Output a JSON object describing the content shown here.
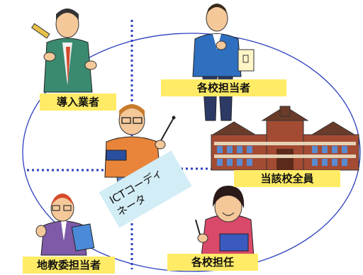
{
  "labels": {
    "vendor": "導入業者",
    "school_staff": "各校担当者",
    "all_school": "当該校全員",
    "board_staff": "地教委担当者",
    "homeroom_teacher": "各校担任"
  },
  "coordinator": {
    "line1": "ICTコーディ",
    "line2": "ネータ"
  },
  "colors": {
    "label_bg": "#ffeb66",
    "coordinator_bg": "#d3edf6",
    "ring": "#2b3fbf"
  },
  "icons": [
    "vendor-man-with-ruler-icon",
    "school-staff-man-with-document-icon",
    "school-building-icon",
    "board-staff-man-with-folder-icon",
    "teacher-woman-with-pen-icon",
    "coordinator-man-with-pointer-icon"
  ]
}
